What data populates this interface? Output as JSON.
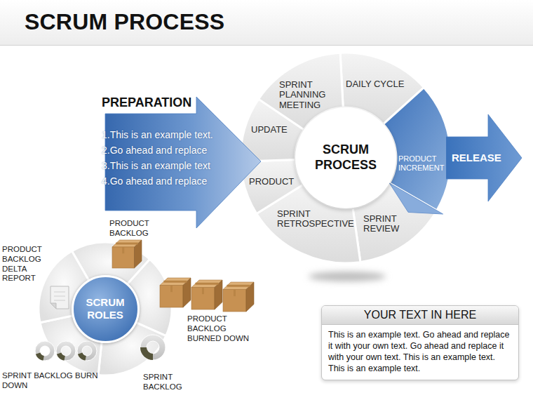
{
  "diagram": {
    "title": "SCRUM PROCESS",
    "nodes": [
      {
        "text": [
          "PREPARATION",
          "1.This is an example text.",
          "2.Go ahead and replace",
          "3.This is an example text",
          "4.Go ahead and replace"
        ]
      },
      {
        "text": [
          "SPRINT PLANNING MEETING"
        ]
      },
      {
        "text": [
          "DAILY CYCLE"
        ]
      },
      {
        "text": [
          "UPDATE"
        ]
      },
      {
        "text": [
          "SCRUM PROCESS"
        ]
      },
      {
        "text": [
          "PRODUCT INCREMENT"
        ]
      },
      {
        "text": [
          "RELEASE"
        ]
      },
      {
        "text": [
          "PRODUCT"
        ]
      },
      {
        "text": [
          "SPRINT RETROSPECTIVE"
        ]
      },
      {
        "text": [
          "SPRINT REVIEW"
        ]
      },
      {
        "text": [
          "SCRUM ROLES"
        ]
      },
      {
        "text": [
          "YOUR TEXT IN HERE",
          "This is an example text. Go ahead and replace it with your own text. Go ahead and replace it with your own text. This is an example text. This is an example text."
        ]
      }
    ],
    "labels": [
      "PRODUCT BACKLOG",
      "PRODUCT BACKLOG DELTA REPORT",
      "PRODUCT BACKLOG BURNED DOWN",
      "SPRINT BACKLOG BURN DOWN",
      "SPRINT BACKLOG"
    ]
  }
}
